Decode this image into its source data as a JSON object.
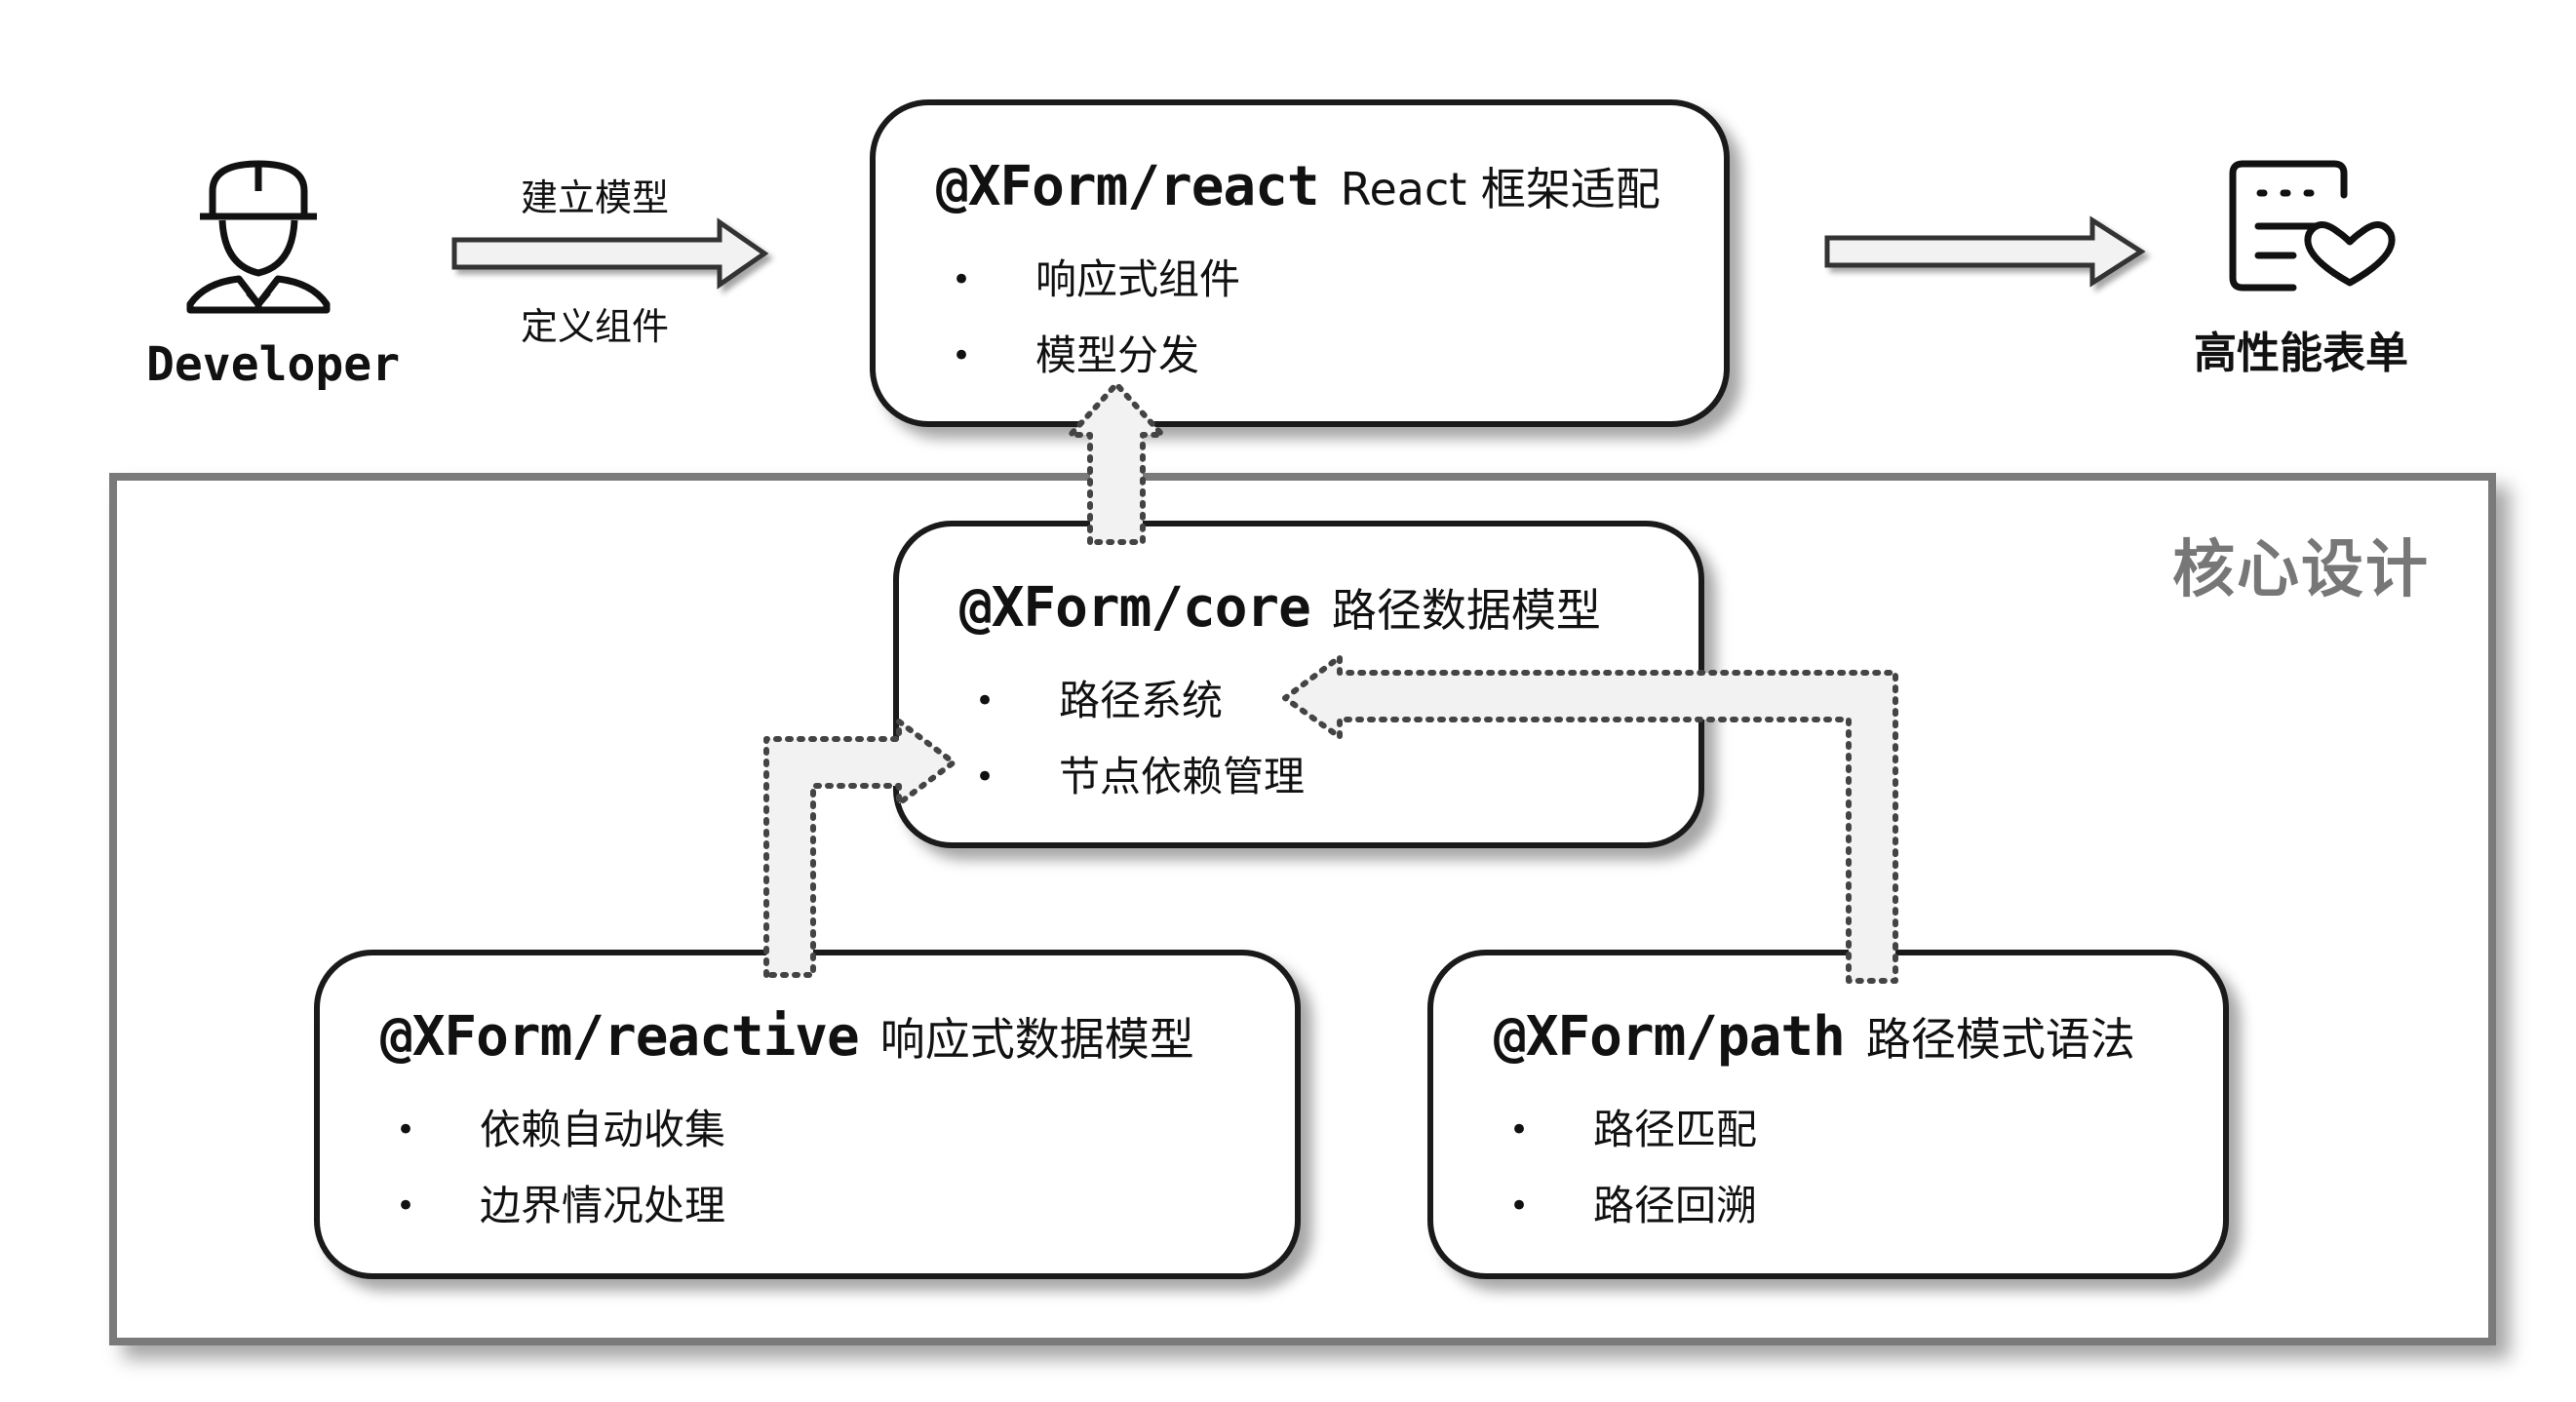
{
  "developer": {
    "label": "Developer"
  },
  "left_arrow": {
    "label_top": "建立模型",
    "label_bottom": "定义组件"
  },
  "output": {
    "label": "高性能表单"
  },
  "core_frame": {
    "label": "核心设计"
  },
  "modules": {
    "react": {
      "package": "@XForm/react",
      "description": "React 框架适配",
      "items": [
        "响应式组件",
        "模型分发"
      ]
    },
    "core": {
      "package": "@XForm/core",
      "description": "路径数据模型",
      "items": [
        "路径系统",
        "节点依赖管理"
      ]
    },
    "reactive": {
      "package": "@XForm/reactive",
      "description": "响应式数据模型",
      "items": [
        "依赖自动收集",
        "边界情况处理"
      ]
    },
    "path": {
      "package": "@XForm/path",
      "description": "路径模式语法",
      "items": [
        "路径匹配",
        "路径回溯"
      ]
    }
  },
  "bullet_glyph": "•"
}
